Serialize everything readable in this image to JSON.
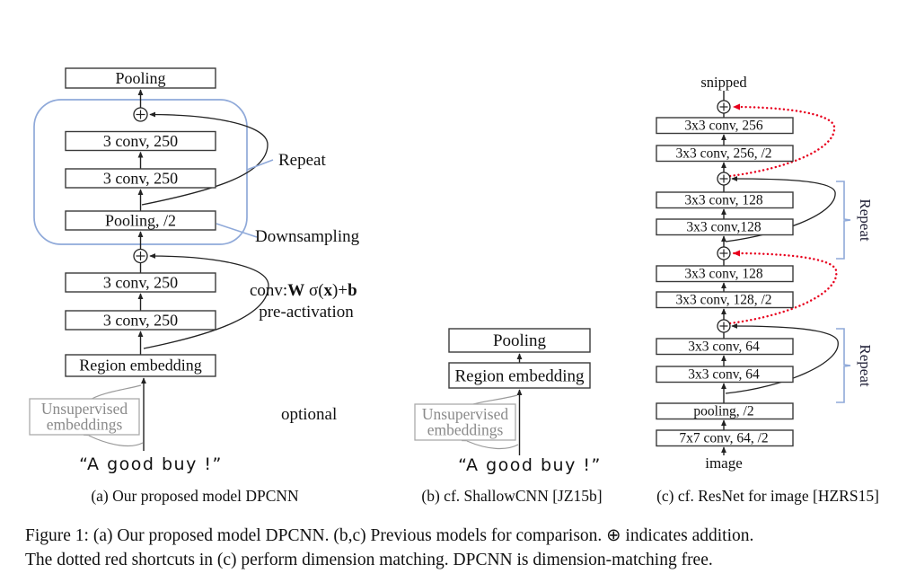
{
  "figure_caption": {
    "line1": "Figure 1: (a) Our proposed model DPCNN. (b,c) Previous models for comparison. ⊕ indicates addition.",
    "line2": "The dotted red shortcuts in (c) perform dimension matching. DPCNN is dimension-matching free."
  },
  "colors": {
    "accent_blue": "#8fa9d9",
    "shortcut_red": "#e8001d",
    "repeat_label_navy": "#23233a",
    "gray_text": "#8a8a8a"
  },
  "panel_a": {
    "caption": "(a) Our proposed model DPCNN",
    "boxes": {
      "pooling_top": "Pooling",
      "conv_repeat_1": "3 conv, 250",
      "conv_repeat_2": "3 conv, 250",
      "pooling_half": "Pooling, /2",
      "conv_pre_1": "3 conv, 250",
      "conv_pre_2": "3 conv, 250",
      "region_embedding": "Region embedding"
    },
    "labels": {
      "repeat": "Repeat",
      "downsampling": "Downsampling",
      "formula_part1": "conv:",
      "formula_part2": "W",
      "formula_part3": " σ(",
      "formula_part4": "x",
      "formula_part5": ")+",
      "formula_part6": "b",
      "pre_activation": "pre-activation",
      "optional": "optional"
    },
    "unsupervised_box": {
      "line1": "Unsupervised",
      "line2": "embeddings"
    },
    "input_text": "“A good buy !”"
  },
  "panel_b": {
    "caption": "(b) cf. ShallowCNN [JZ15b]",
    "boxes": {
      "pooling": "Pooling",
      "region_embedding": "Region embedding"
    },
    "unsupervised_box": {
      "line1": "Unsupervised",
      "line2": "embeddings"
    },
    "input_text": "“A good buy !”"
  },
  "panel_c": {
    "caption": "(c) cf. ResNet for image [HZRS15]",
    "top_label": "snipped",
    "bottom_label": "image",
    "repeat_label_upper": "Repeat",
    "repeat_label_lower": "Repeat",
    "boxes": [
      "3x3 conv, 256",
      "3x3 conv, 256, /2",
      "3x3 conv, 128",
      "3x3 conv,128",
      "3x3 conv, 128",
      "3x3 conv, 128, /2",
      "3x3 conv, 64",
      "3x3 conv, 64",
      "pooling, /2",
      "7x7 conv, 64, /2"
    ]
  }
}
